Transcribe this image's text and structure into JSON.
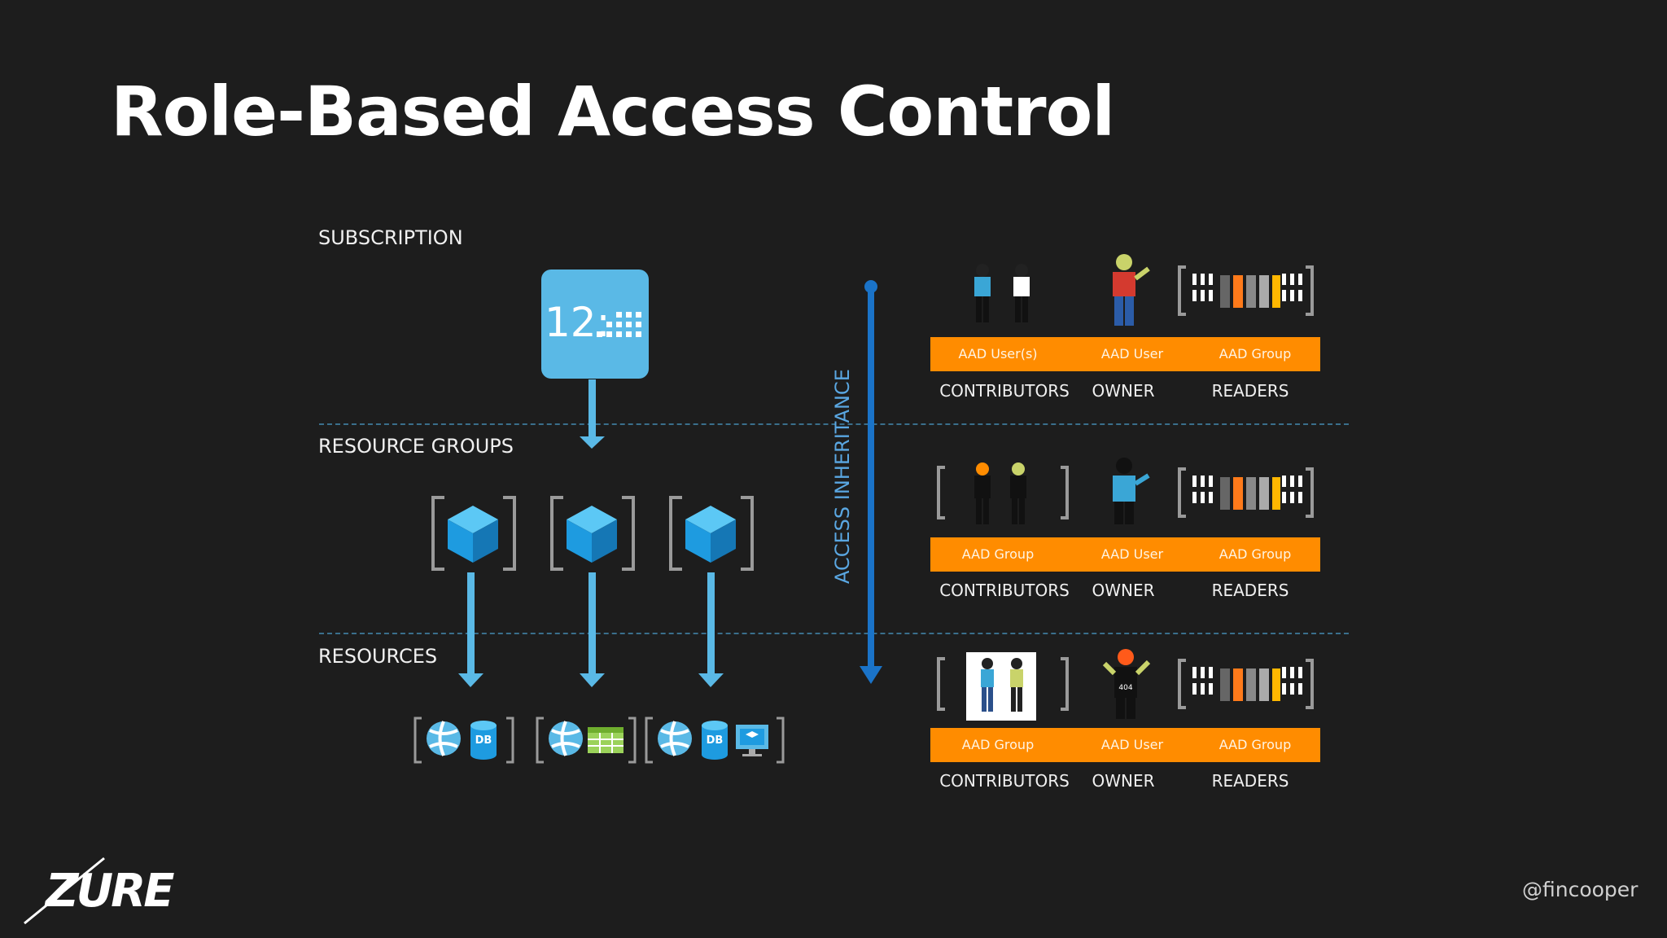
{
  "title": "Role-Based Access Control",
  "tiers": {
    "subscription": "SUBSCRIPTION",
    "resource_groups": "RESOURCE GROUPS",
    "resources": "RESOURCES"
  },
  "subscription_tile": {
    "text": "12:",
    "color": "#5ab9e6"
  },
  "resource_badges": {
    "db": "DB"
  },
  "inheritance_label": "ACCESS INHERITANCE",
  "role_rows": [
    {
      "bars": [
        "AAD User(s)",
        "AAD User",
        "AAD Group"
      ],
      "roles": [
        "CONTRIBUTORS",
        "OWNER",
        "READERS"
      ]
    },
    {
      "bars": [
        "AAD Group",
        "AAD User",
        "AAD Group"
      ],
      "roles": [
        "CONTRIBUTORS",
        "OWNER",
        "READERS"
      ]
    },
    {
      "bars": [
        "AAD Group",
        "AAD User",
        "AAD Group"
      ],
      "roles": [
        "CONTRIBUTORS",
        "OWNER",
        "READERS"
      ]
    }
  ],
  "shirt_text": "404",
  "logo_text": "ZURE",
  "handle": "@fincooper",
  "colors": {
    "accent_orange": "#ff8c00",
    "arrow_blue": "#5ab9e6",
    "inheritance_blue": "#1a73c8",
    "cube_blue": "#1e9be0"
  }
}
